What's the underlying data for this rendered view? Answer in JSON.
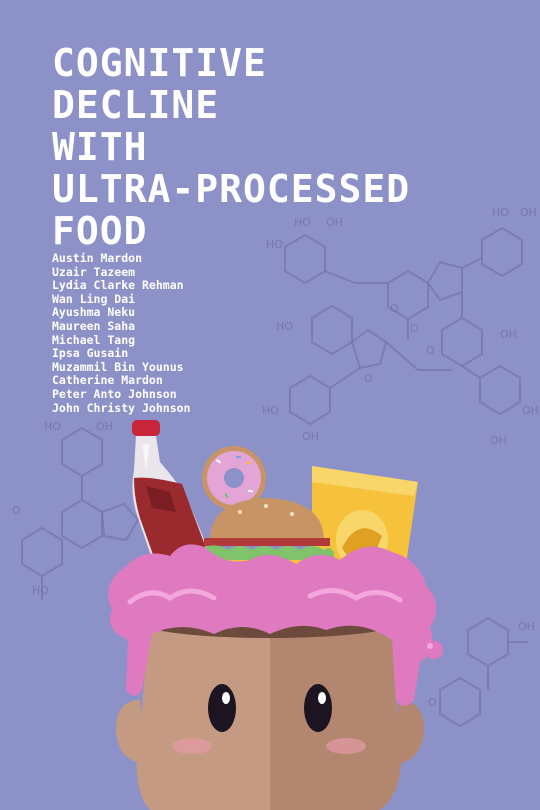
{
  "cover": {
    "title_lines": [
      "COGNITIVE",
      "DECLINE",
      "WITH",
      "ULTRA-PROCESSED",
      "FOOD"
    ],
    "authors": [
      "Austin Mardon",
      "Uzair Tazeem",
      "Lydia Clarke Rehman",
      "Wan Ling Dai",
      "Ayushma Neku",
      "Maureen Saha",
      "Michael Tang",
      "Ipsa Gusain",
      "Muzammil Bin Younus",
      "Catherine Mardon",
      "Peter Anto Johnson",
      "John Christy Johnson"
    ],
    "molecule_labels": {
      "ho": "HO",
      "oh": "OH",
      "o": "O"
    }
  },
  "colors": {
    "background": "#8c91c8",
    "text": "#ffffff",
    "molecule_lines": "#6f73a6",
    "brain": "#e07ac0",
    "skin": "#c49a83",
    "bottle": "#9b2a2e",
    "burger_bun": "#c89466",
    "donut_frosting": "#e3a5d6",
    "chips": "#f6c23c"
  },
  "illustration": {
    "icons": [
      "soda-bottle-icon",
      "donut-icon",
      "burger-icon",
      "chips-bag-icon",
      "brain-icon",
      "head-icon"
    ]
  }
}
